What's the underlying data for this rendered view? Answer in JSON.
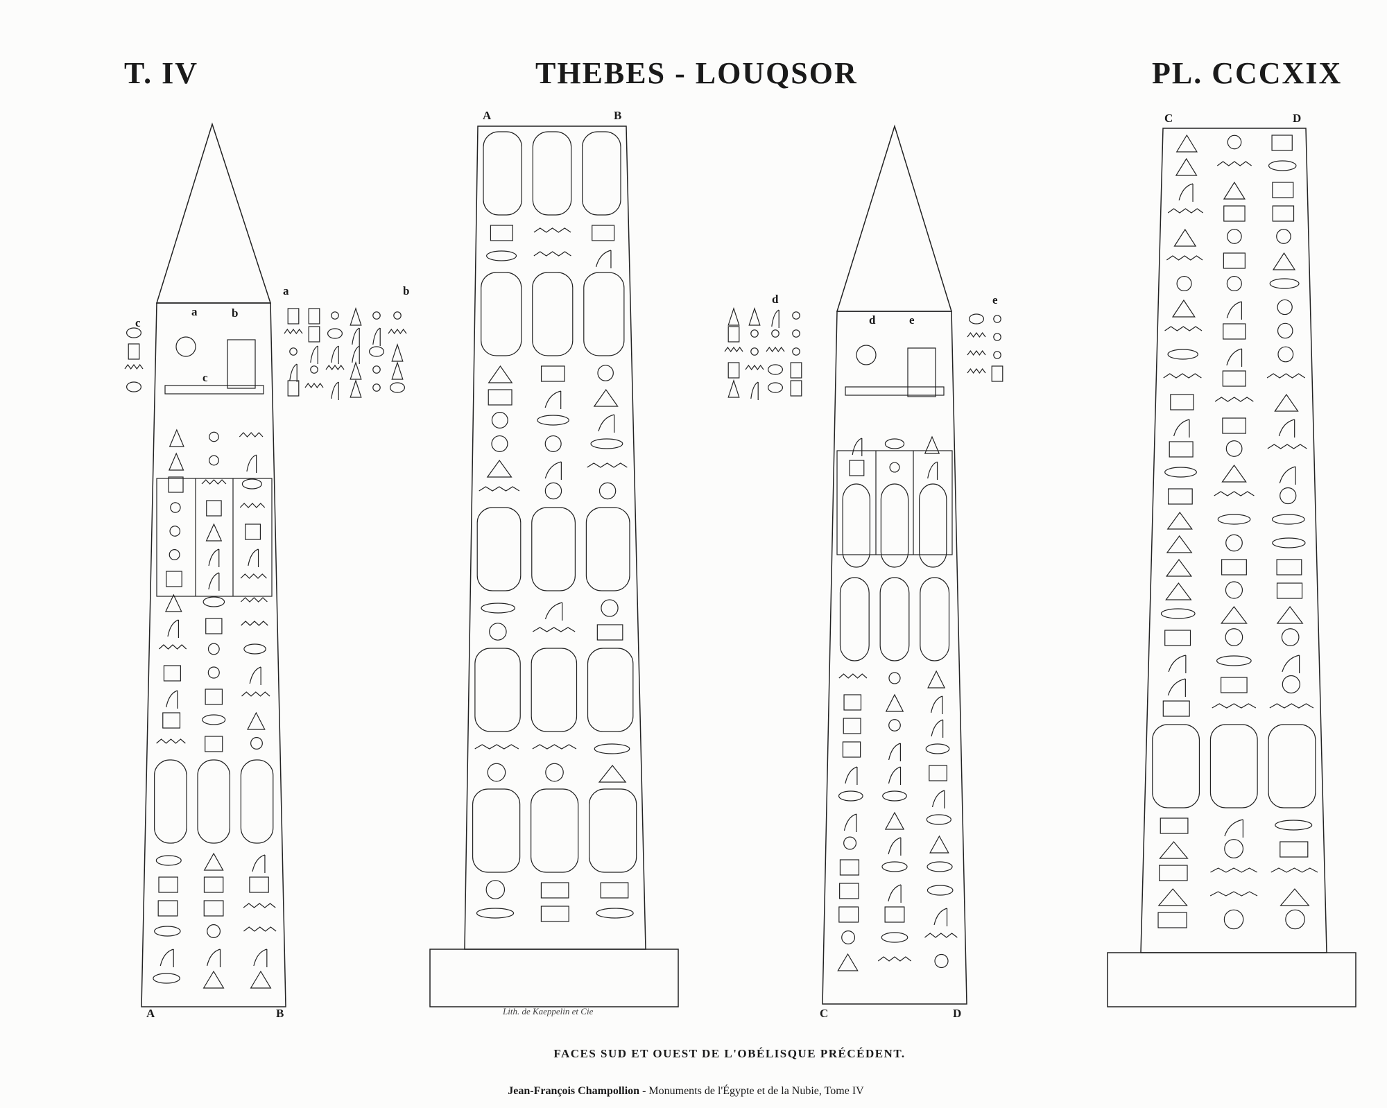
{
  "header": {
    "volume": "T. IV",
    "title": "THEBES - LOUQSOR",
    "plate": "PL. CCCXIX"
  },
  "obelisks": [
    {
      "id": "south-face-left",
      "bottom_labels": [
        "A",
        "B"
      ],
      "inner_labels": [
        "a",
        "b",
        "c"
      ],
      "inset_labels": [
        "c",
        "a",
        "b"
      ]
    },
    {
      "id": "west-face-left",
      "top_labels": [
        "A",
        "B"
      ]
    },
    {
      "id": "south-face-right",
      "bottom_labels": [
        "C",
        "D"
      ],
      "inner_labels": [
        "d",
        "e"
      ],
      "inset_labels": [
        "d",
        "e"
      ]
    },
    {
      "id": "west-face-right",
      "top_labels": [
        "C",
        "D"
      ]
    }
  ],
  "lithographer": "Lith. de Kaeppelin et Cie",
  "caption": "FACES SUD ET OUEST DE L'OBÉLISQUE PRÉCÉDENT.",
  "footer": {
    "author": "Jean-François Champollion",
    "work": " - Monuments de l'Égypte et de la Nubie, Tome IV"
  },
  "colors": {
    "ink": "#1a1a1a",
    "paper": "#fcfcfb"
  }
}
